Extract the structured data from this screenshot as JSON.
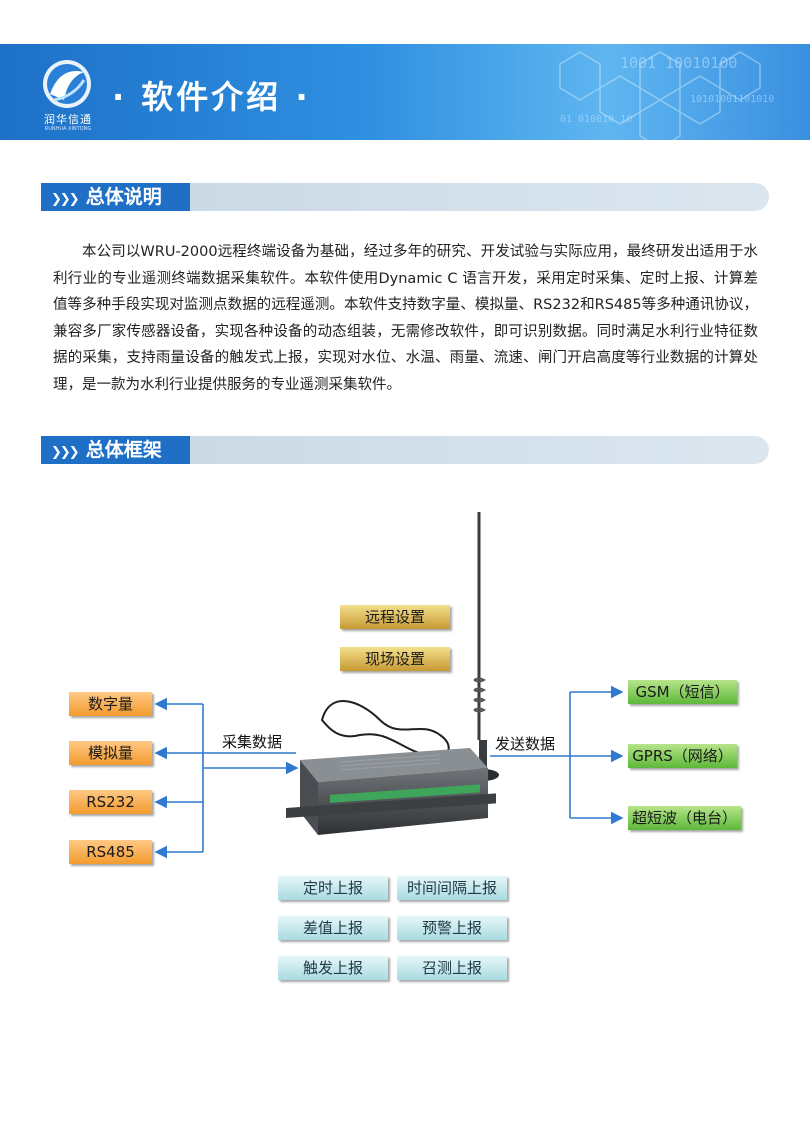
{
  "logo": {
    "name": "润华信通",
    "sub": "RUNHUA XINTONG"
  },
  "banner": {
    "title": "· 软件介绍 ·",
    "binary": [
      "1001 10010100",
      "10101001101010",
      "01 010010 10"
    ]
  },
  "section1": {
    "title": "总体说明"
  },
  "intro": "本公司以WRU-2000远程终端设备为基础，经过多年的研究、开发试验与实际应用，最终研发出适用于水利行业的专业遥测终端数据采集软件。本软件使用Dynamic C 语言开发，采用定时采集、定时上报、计算差值等多种手段实现对监测点数据的远程遥测。本软件支持数字量、模拟量、RS232和RS485等多种通讯协议，兼容多厂家传感器设备，实现各种设备的动态组装，无需修改软件，即可识别数据。同时满足水利行业特征数据的采集，支持雨量设备的触发式上报，实现对水位、水温、雨量、流速、闸门开启高度等行业数据的计算处理，是一款为水利行业提供服务的专业遥测采集软件。",
  "section2": {
    "title": "总体框架"
  },
  "diagram": {
    "config": [
      "远程设置",
      "现场设置"
    ],
    "inputs": [
      "数字量",
      "模拟量",
      "RS232",
      "RS485"
    ],
    "collect_label": "采集数据",
    "send_label": "发送数据",
    "outputs": [
      "GSM（短信）",
      "GPRS（网络）",
      "超短波（电台）"
    ],
    "reports": [
      "定时上报",
      "时间间隔上报",
      "差值上报",
      "预警上报",
      "触发上报",
      "召测上报"
    ]
  }
}
